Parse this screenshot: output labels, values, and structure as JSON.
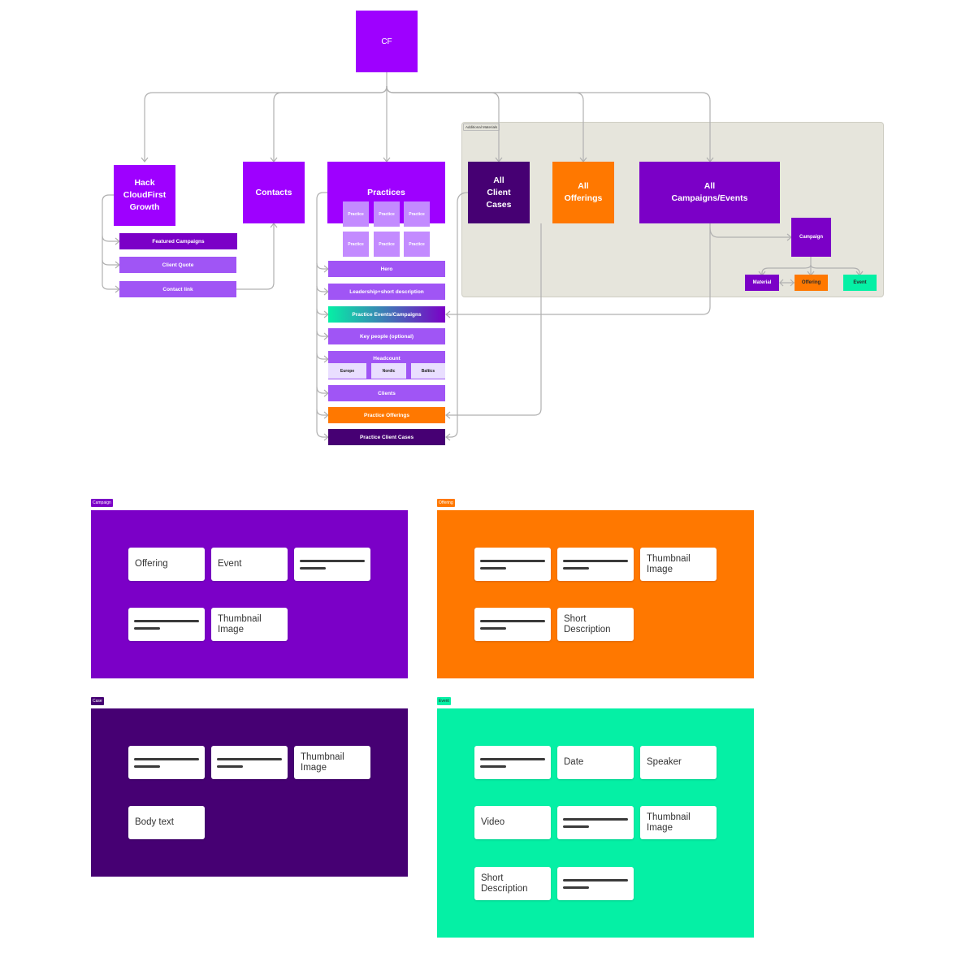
{
  "root": {
    "label": "CF"
  },
  "hack": {
    "label": "Hack\nCloudFirst\nGrowth",
    "items": [
      "Featured Campaigns",
      "Client Quote",
      "Contact link"
    ]
  },
  "contacts": {
    "label": "Contacts"
  },
  "practices": {
    "label": "Practices",
    "tile_label": "Practice",
    "items": {
      "hero": "Hero",
      "leadership": "Leadership+short description",
      "events": "Practice Events/Campaigns",
      "keypeople": "Key people (optional)",
      "headcount": "Headcount",
      "clients": "Clients",
      "offerings": "Practice Offerings",
      "cases": "Practice Client Cases"
    },
    "regions": [
      "Europe",
      "Nordic",
      "Baltics"
    ]
  },
  "additional": {
    "label": "Additional Materials",
    "client_cases": "All\nClient\nCases",
    "offerings": "All\nOfferings",
    "campaigns": "All\nCampaigns/Events",
    "campaign": "Campaign",
    "material": "Material",
    "offering": "Offering",
    "event": "Event"
  },
  "templates": {
    "campaign": {
      "tag": "Campaign",
      "cards": [
        "Offering",
        "Event",
        "",
        "",
        "Thumbnail\nImage"
      ]
    },
    "offering": {
      "tag": "Offering",
      "cards": [
        "",
        "",
        "Thumbnail\nImage",
        "",
        "Short\nDescription"
      ]
    },
    "case": {
      "tag": "Case",
      "cards": [
        "",
        "",
        "Thumbnail\nImage",
        "Body text"
      ]
    },
    "event": {
      "tag": "Event",
      "cards": [
        "",
        "Date",
        "Speaker",
        "Video",
        "",
        "Thumbnail\nImage",
        "Short\nDescription",
        ""
      ]
    }
  },
  "colors": {
    "purple_bright": "#9e00ff",
    "purple_mid": "#7b00c7",
    "purple_dark": "#460073",
    "purple_light": "#a055f5",
    "orange": "#ff7800",
    "green": "#05f0a5",
    "connector": "#b0b0b0"
  }
}
